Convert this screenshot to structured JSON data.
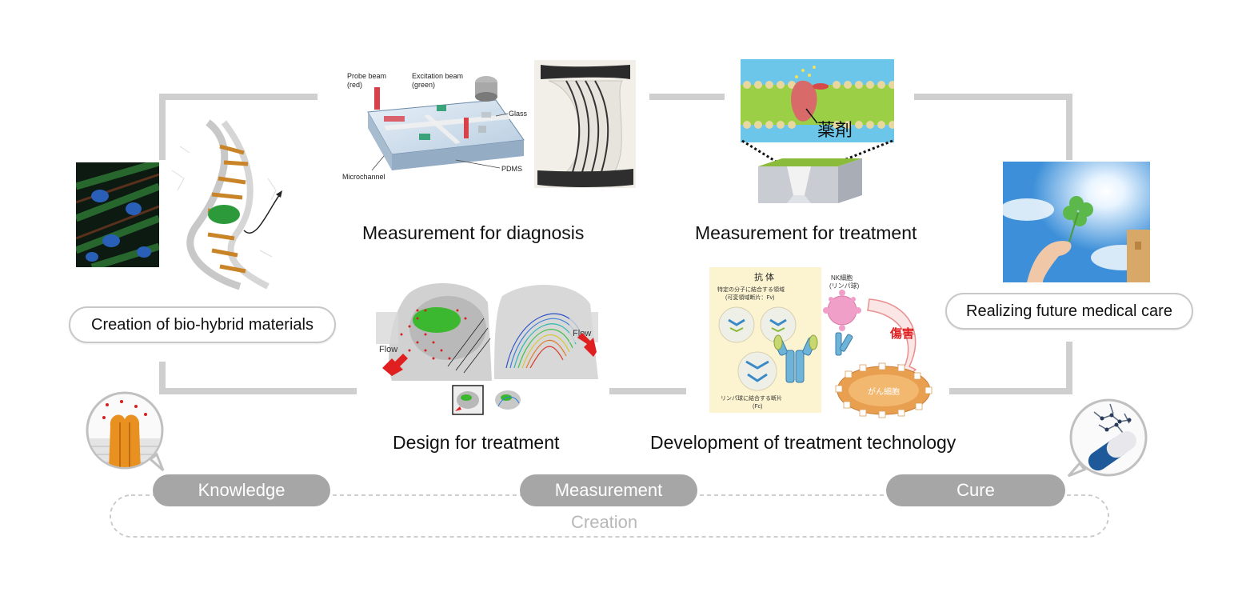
{
  "topics": {
    "creation": "Creation of bio-hybrid materials",
    "diagnosis": "Measurement for diagnosis",
    "measure_treatment": "Measurement for treatment",
    "future_care": "Realizing future medical care",
    "design": "Design for treatment",
    "development": "Development of treatment technology"
  },
  "chip_labels": {
    "probe": "Probe beam",
    "probe_sub": "(red)",
    "excitation": "Excitation beam",
    "excitation_sub": "(green)",
    "glass": "Glass",
    "microchannel": "Microchannel",
    "pdms": "PDMS"
  },
  "membrane_label": "薬剤",
  "flow_labels": {
    "left": "Flow",
    "right": "Flow"
  },
  "antibody_labels": {
    "title": "抗 体",
    "line1": "特定の分子に結合する領域",
    "line2": "(可変領域断片：Fv)",
    "bottom1": "リンパ球に結合する断片",
    "bottom2": "(Fc)",
    "nk1": "NK細胞",
    "nk2": "(リンパ球)",
    "damage": "傷害",
    "cancer": "がん細胞"
  },
  "stages": {
    "knowledge": "Knowledge",
    "measurement": "Measurement",
    "cure": "Cure"
  },
  "loop_label": "Creation",
  "colors": {
    "stage_fill": "#a6a6a6",
    "connector": "#cfcfcf",
    "loop": "#c8c8c8",
    "damage": "#e02020"
  }
}
